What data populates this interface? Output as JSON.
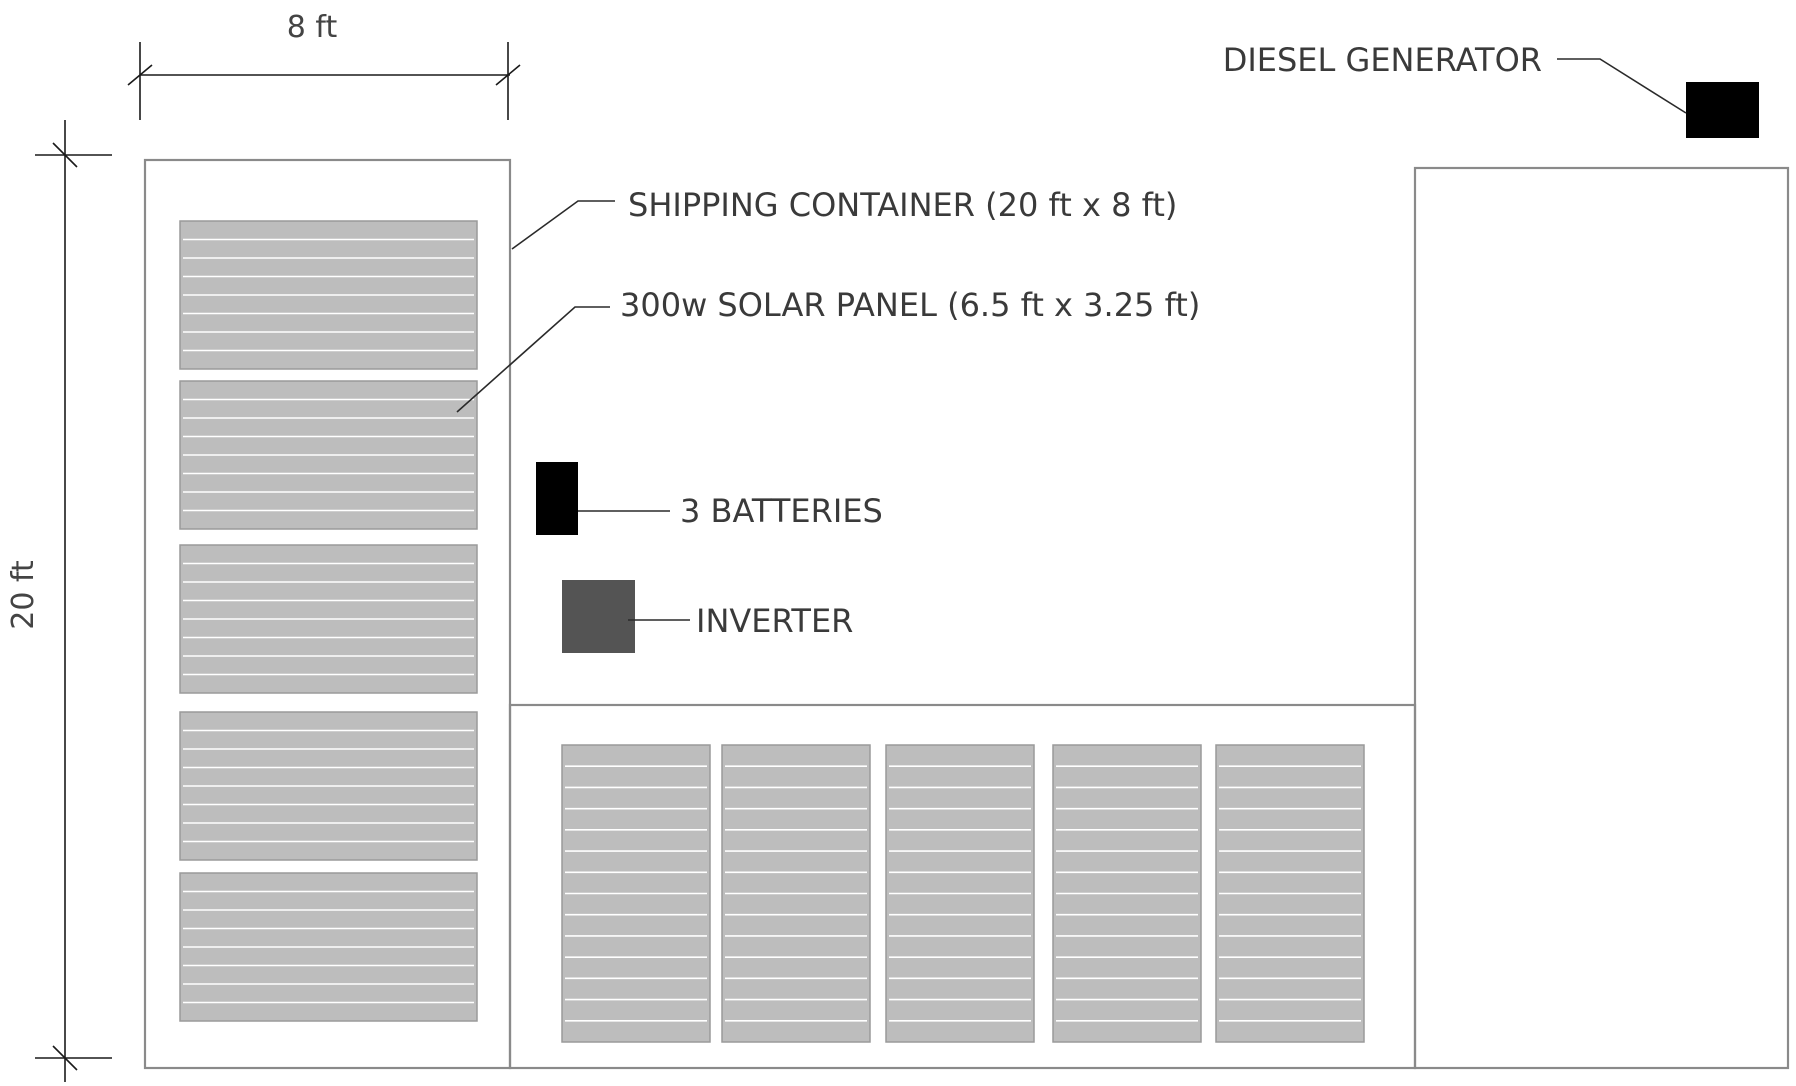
{
  "labels": {
    "width_dimension": "8 ft",
    "height_dimension": "20 ft",
    "diesel_generator": "DIESEL GENERATOR",
    "shipping_container": "SHIPPING CONTAINER (20 ft x 8 ft)",
    "solar_panel": "300w SOLAR PANEL (6.5 ft x 3.25 ft)",
    "batteries": "3 BATTERIES",
    "inverter": "INVERTER"
  },
  "colors": {
    "panel_fill": "#bdbdbd",
    "panel_stripe": "#ffffff",
    "battery": "#000000",
    "generator": "#000000",
    "inverter": "#545454",
    "outline": "#8a8a8a"
  }
}
